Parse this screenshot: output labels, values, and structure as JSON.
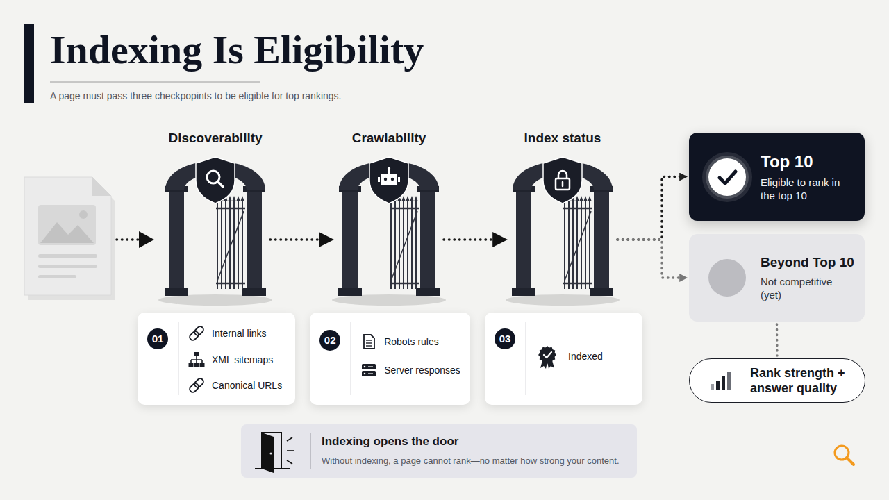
{
  "diagram": {
    "title": "Indexing Is Eligibility",
    "caption": "A page must pass three checkpopints to be eligible for top rankings.",
    "nodes": [
      {
        "text": [
          "Discoverability"
        ]
      },
      {
        "text": [
          "Crawlability"
        ]
      },
      {
        "text": [
          "Index status"
        ]
      },
      {
        "text": [
          "Top 10",
          "Eligible to rank in the top 10"
        ]
      },
      {
        "text": [
          "Beyond Top 10",
          "Not competitive (yet)"
        ]
      },
      {
        "text": [
          "Rank strength + answer quality"
        ]
      },
      {
        "text": [
          "Internal links",
          "XML sitemaps",
          "Canonical URLs"
        ]
      },
      {
        "text": [
          "01"
        ],
        "in": 6
      },
      {
        "text": [
          "Robots rules",
          "Server responses"
        ]
      },
      {
        "text": [
          "02"
        ],
        "in": 8
      },
      {
        "text": [
          "Indexed"
        ]
      },
      {
        "text": [
          "03"
        ],
        "in": 10
      },
      {
        "text": [
          "Indexing opens the door",
          "Without indexing, a page cannot rank—no matter how strong your content."
        ]
      }
    ],
    "edges": [
      {
        "from": 0,
        "to": 1,
        "arrow": "to"
      },
      {
        "from": 1,
        "to": 2,
        "arrow": "to"
      },
      {
        "from": 2,
        "to": 3,
        "arrow": "to"
      },
      {
        "from": 2,
        "to": 4,
        "arrow": "to"
      },
      {
        "from": 4,
        "to": 5,
        "arrow": "none"
      }
    ]
  }
}
